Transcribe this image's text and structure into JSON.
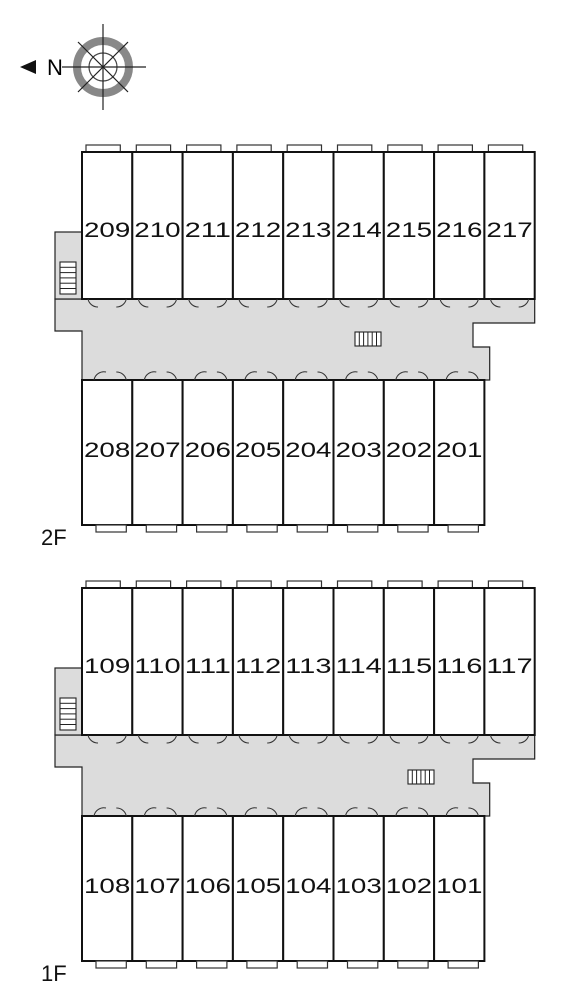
{
  "compass": {
    "label": "N",
    "icon": "compass-rose-icon"
  },
  "floors": [
    {
      "label": "2F",
      "north_row": [
        "209",
        "210",
        "211",
        "212",
        "213",
        "214",
        "215",
        "216",
        "217"
      ],
      "south_row": [
        "208",
        "207",
        "206",
        "205",
        "204",
        "203",
        "202",
        "201"
      ]
    },
    {
      "label": "1F",
      "north_row": [
        "109",
        "110",
        "111",
        "112",
        "113",
        "114",
        "115",
        "116",
        "117"
      ],
      "south_row": [
        "108",
        "107",
        "106",
        "105",
        "104",
        "103",
        "102",
        "101"
      ]
    }
  ]
}
